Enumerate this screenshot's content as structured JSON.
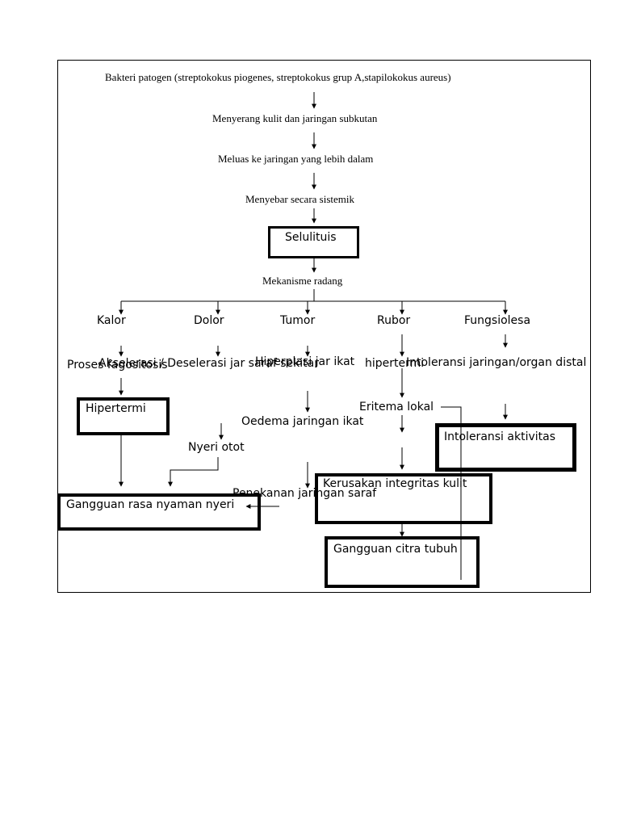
{
  "diagram": {
    "source": "Bakteri patogen (streptokokus piogenes, streptokokus grup A,stapilokokus aureus)",
    "step1": "Menyerang kulit dan jaringan subkutan",
    "step2": "Meluas ke jaringan yang lebih dalam",
    "step3": "Menyebar secara sistemik",
    "center_box": "Selulituis",
    "mechanism": "Mekanisme radang",
    "branches": {
      "kalor": "Kalor",
      "dolor": "Dolor",
      "tumor": "Tumor",
      "rubor": "Rubor",
      "fungsiolesa": "Fungsiolesa"
    },
    "nodes": {
      "proses_fagositosis": "Proses fagositosis",
      "akselerasi": "Akselerasi / Deselerasi jar saraf sekitar",
      "hiperplasi": "Hiperplasi jar ikat",
      "hipertermi_text": "hipertermi",
      "intoleransi_distal": "Intoleransi jaringan/organ distal",
      "hipertermi_box": "Hipertermi",
      "eritema": "Eritema lokal",
      "oedema": "Oedema jaringan ikat",
      "intoleransi_aktivitas": "Intoleransi aktivitas",
      "nyeri_otot": "Nyeri otot",
      "kerusakan": "Kerusakan integritas kulit",
      "penekanan": "Penekanan jaringan saraf",
      "gangguan_nyeri": "Gangguan rasa nyaman nyeri",
      "gangguan_citra": "Gangguan citra tubuh"
    }
  }
}
